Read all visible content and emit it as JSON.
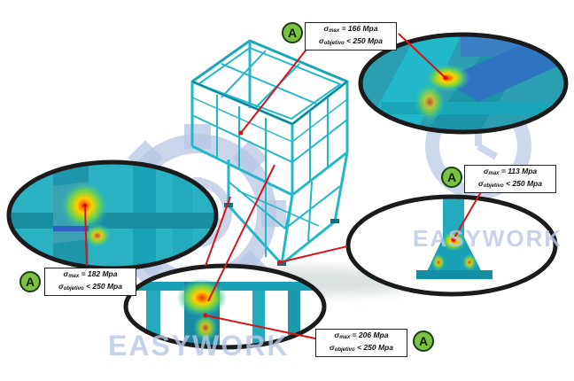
{
  "watermark": {
    "brand": "EASYWORK",
    "color": "#b9c7e6"
  },
  "colors": {
    "structure": "#22b8c8",
    "structure_dark": "#0c6f7c",
    "leader_line": "#d8141b",
    "badge_fill": "#7cc242"
  },
  "callouts": [
    {
      "id": "top",
      "badge": "A",
      "sigma_symbol": "σ",
      "max_sub": "max",
      "max_value": "= 166 Mpa",
      "obj_sub": "objetivo",
      "obj_value": "< 250 Mpa"
    },
    {
      "id": "right",
      "badge": "A",
      "sigma_symbol": "σ",
      "max_sub": "max",
      "max_value": "= 113 Mpa",
      "obj_sub": "objetivo",
      "obj_value": "< 250 Mpa"
    },
    {
      "id": "left",
      "badge": "A",
      "sigma_symbol": "σ",
      "max_sub": "max",
      "max_value": "= 182 Mpa",
      "obj_sub": "objetivo",
      "obj_value": "< 250 Mpa"
    },
    {
      "id": "bottom",
      "badge": "A",
      "sigma_symbol": "σ",
      "max_sub": "max",
      "max_value": "= 206 Mpa",
      "obj_sub": "objetivo",
      "obj_value": "< 250 Mpa"
    }
  ]
}
